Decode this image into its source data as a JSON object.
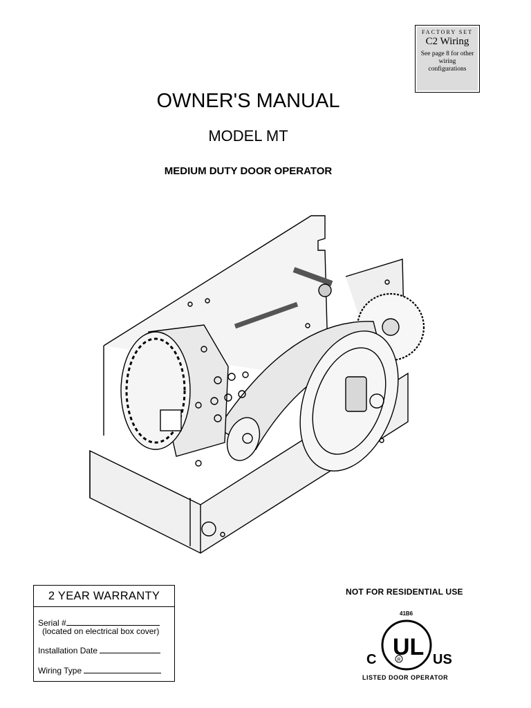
{
  "factory_box": {
    "heading": "FACTORY SET",
    "wiring": "C2 Wiring",
    "note": "See page 8 for other wiring configurations"
  },
  "title": "OWNER'S MANUAL",
  "model": "MODEL MT",
  "subtitle": "MEDIUM DUTY DOOR OPERATOR",
  "warranty": {
    "heading": "2 YEAR WARRANTY",
    "serial_label": "Serial #",
    "serial_note": "(located on electrical box cover)",
    "install_label": "Installation Date",
    "wiring_label": "Wiring Type"
  },
  "notice": "NOT FOR RESIDENTIAL USE",
  "ul": {
    "code": "41B6",
    "c_mark": "C",
    "ul_mark": "UL",
    "us_mark": "US",
    "listed": "LISTED DOOR OPERATOR"
  },
  "illustration": {
    "icon": "door-operator-motor-illustration"
  }
}
